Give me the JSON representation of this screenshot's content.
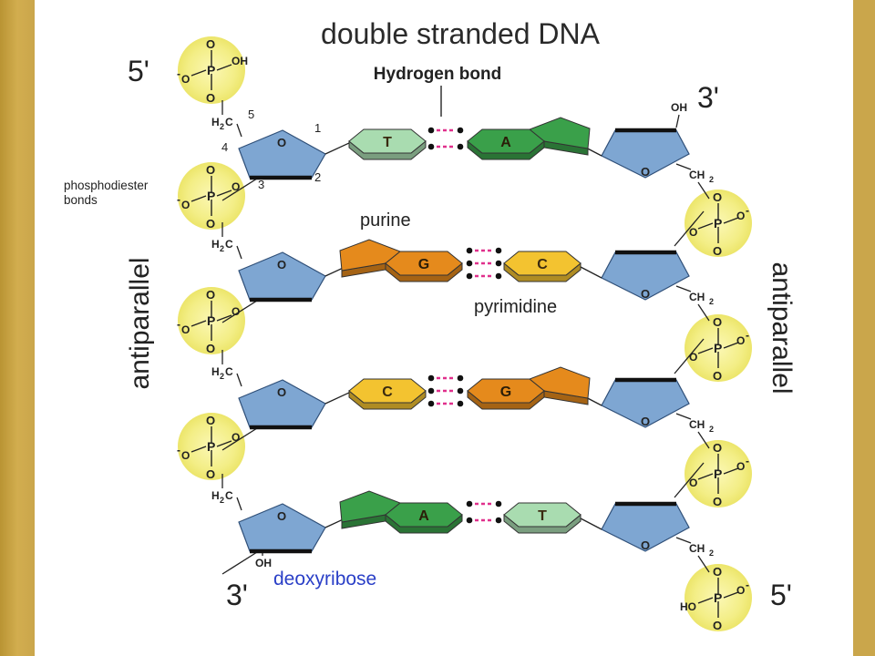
{
  "title": "double stranded DNA",
  "hbond_label": "Hydrogen bond",
  "phosphodiester_line1": "phosphodiester",
  "phosphodiester_line2": "bonds",
  "purine_label": "purine",
  "pyrimidine_label": "pyrimidine",
  "antiparallel_left": "antiparallel",
  "antiparallel_right": "antiparallel",
  "deoxyribose_label": "deoxyribose",
  "end_left_top": "5'",
  "end_right_top": "3'",
  "end_left_bottom": "3'",
  "end_right_bottom": "5'",
  "carbon_numbers": [
    "1",
    "2",
    "3",
    "4",
    "5"
  ],
  "chem": {
    "P": "P",
    "O": "O",
    "OH": "OH",
    "HO": "HO",
    "Ominus": "O",
    "minus": "-",
    "H2C_H": "H",
    "H2C_2": "2",
    "H2C_C": "C",
    "CH2_C": "CH",
    "CH2_2": "2"
  },
  "pairs": [
    {
      "left": "T",
      "right": "A"
    },
    {
      "left": "G",
      "right": "C"
    },
    {
      "left": "C",
      "right": "G"
    },
    {
      "left": "A",
      "right": "T"
    }
  ],
  "colors": {
    "background_frame": "#cda84a",
    "sugar": "#7ea6d2",
    "phosphate_glow": "#f3f08a",
    "thymine": "#a9dcb0",
    "adenine": "#3aa04a",
    "guanine": "#e58a1c",
    "cytosine": "#f3c330",
    "hbond": "#e0308c",
    "deoxyribose_text": "#2a3fc7"
  }
}
